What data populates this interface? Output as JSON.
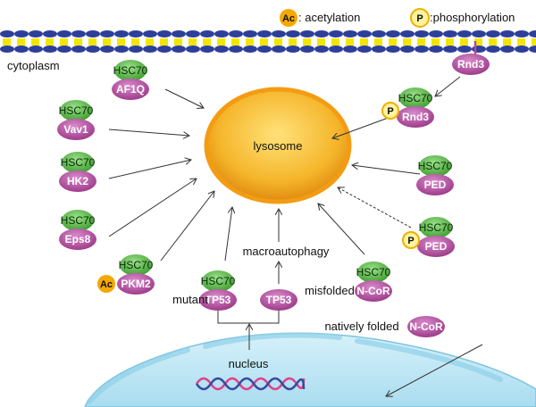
{
  "legend": {
    "ac_symbol": "Ac",
    "ac_text": ": acetylation",
    "p_symbol": "P",
    "p_text": ":phosphorylation"
  },
  "compartments": {
    "cytoplasm": "cytoplasm",
    "lysosome": "lysosome",
    "nucleus": "nucleus"
  },
  "chaperone_label": "HSC70",
  "proteins": {
    "af1q": "AF1Q",
    "vav1": "Vav1",
    "hk2": "HK2",
    "eps8": "Eps8",
    "pkm2": "PKM2",
    "tp53": "TP53",
    "ncor": "N-CoR",
    "rnd3": "Rnd3",
    "ped": "PED"
  },
  "labels": {
    "mutant": "mutant",
    "macroautophagy": "macroautophagy",
    "misfolded": "misfolded",
    "natively_folded": "natively folded"
  },
  "colors": {
    "chaperone": "#4caf3a",
    "protein": "#b0489b",
    "acetyl": "#f5a800",
    "phospho": "#fff3a0",
    "lysosome": "#f39c12",
    "membrane_blue": "#2e3f9a",
    "membrane_yellow": "#f2e600",
    "nucleus": "#bfe6f5"
  }
}
